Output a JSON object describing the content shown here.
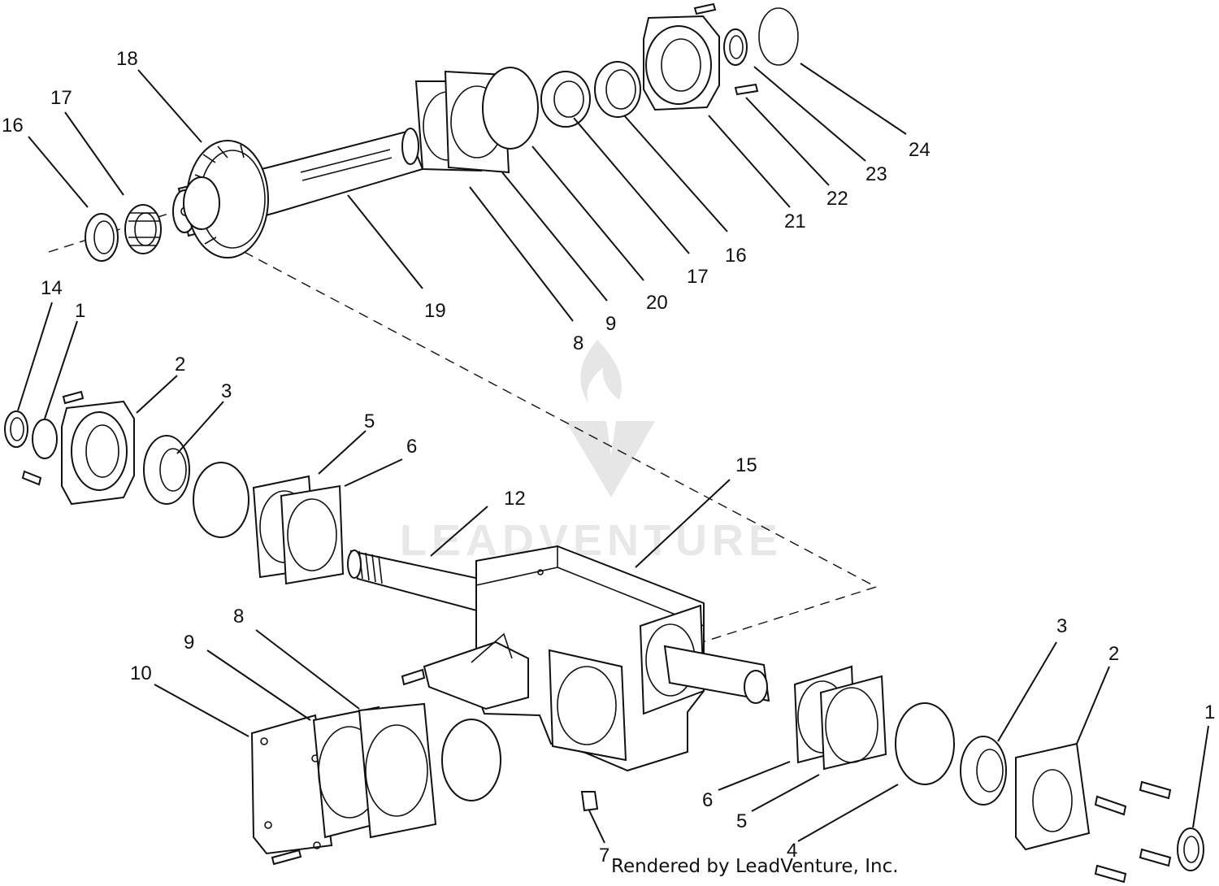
{
  "watermark": {
    "text": "LEADVENTURE"
  },
  "footer": {
    "text": "Rendered by LeadVenture, Inc."
  },
  "callouts": [
    {
      "id": "c-top-18",
      "label": "18"
    },
    {
      "id": "c-top-17",
      "label": "17"
    },
    {
      "id": "c-top-16",
      "label": "16"
    },
    {
      "id": "c-top-19",
      "label": "19"
    },
    {
      "id": "c-top-8",
      "label": "8"
    },
    {
      "id": "c-top-9",
      "label": "9"
    },
    {
      "id": "c-top-20",
      "label": "20"
    },
    {
      "id": "c-top-17b",
      "label": "17"
    },
    {
      "id": "c-top-16b",
      "label": "16"
    },
    {
      "id": "c-top-21",
      "label": "21"
    },
    {
      "id": "c-top-22",
      "label": "22"
    },
    {
      "id": "c-top-23",
      "label": "23"
    },
    {
      "id": "c-top-24",
      "label": "24"
    },
    {
      "id": "c-mid-14",
      "label": "14"
    },
    {
      "id": "c-mid-1",
      "label": "1"
    },
    {
      "id": "c-mid-2",
      "label": "2"
    },
    {
      "id": "c-mid-3",
      "label": "3"
    },
    {
      "id": "c-mid-5",
      "label": "5"
    },
    {
      "id": "c-mid-6",
      "label": "6"
    },
    {
      "id": "c-mid-12",
      "label": "12"
    },
    {
      "id": "c-mid-15",
      "label": "15"
    },
    {
      "id": "c-bot-8",
      "label": "8"
    },
    {
      "id": "c-bot-9",
      "label": "9"
    },
    {
      "id": "c-bot-10",
      "label": "10"
    },
    {
      "id": "c-bot-7",
      "label": "7"
    },
    {
      "id": "c-bot-6",
      "label": "6"
    },
    {
      "id": "c-bot-5",
      "label": "5"
    },
    {
      "id": "c-bot-4",
      "label": "4"
    },
    {
      "id": "c-bot-3",
      "label": "3"
    },
    {
      "id": "c-bot-2",
      "label": "2"
    },
    {
      "id": "c-bot-1",
      "label": "1"
    }
  ]
}
